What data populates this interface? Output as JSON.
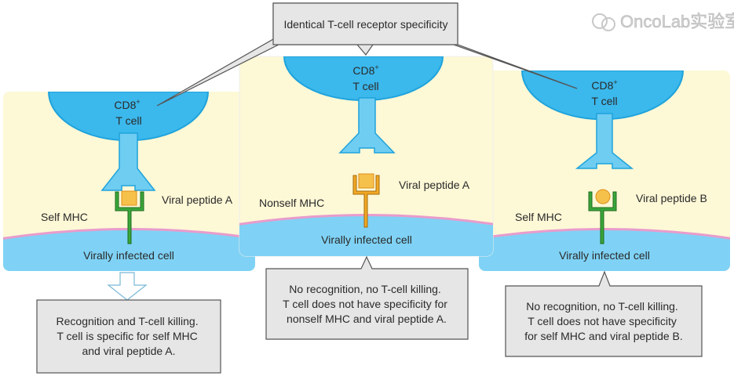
{
  "top_callout": "Identical T-cell receptor specificity",
  "panels": [
    {
      "tcell_line1": "CD8",
      "tcell_sup": "+",
      "tcell_line2": "T cell",
      "mhc_label": "Self MHC",
      "peptide_label": "Viral peptide A",
      "cell_label": "Virally infected cell",
      "mhc_color": "#3aa63a",
      "peptide_shape": "square",
      "result": [
        "Recognition and T-cell killing.",
        "T cell is specific for self MHC",
        "and viral peptide A."
      ]
    },
    {
      "tcell_line1": "CD8",
      "tcell_sup": "+",
      "tcell_line2": "T cell",
      "mhc_label": "Nonself MHC",
      "peptide_label": "Viral peptide A",
      "cell_label": "Virally infected cell",
      "mhc_color": "#f0a824",
      "peptide_shape": "square",
      "result": [
        "No recognition, no T-cell killing.",
        "T cell does not have specificity for",
        "nonself MHC and viral peptide A."
      ]
    },
    {
      "tcell_line1": "CD8",
      "tcell_sup": "+",
      "tcell_line2": "T cell",
      "mhc_label": "Self MHC",
      "peptide_label": "Viral peptide B",
      "cell_label": "Virally infected cell",
      "mhc_color": "#3aa63a",
      "peptide_shape": "circle",
      "result": [
        "No recognition, no T-cell killing.",
        "T cell does not have specificity",
        "for self MHC and viral peptide B."
      ]
    }
  ],
  "watermark": "OncoLab实验室"
}
